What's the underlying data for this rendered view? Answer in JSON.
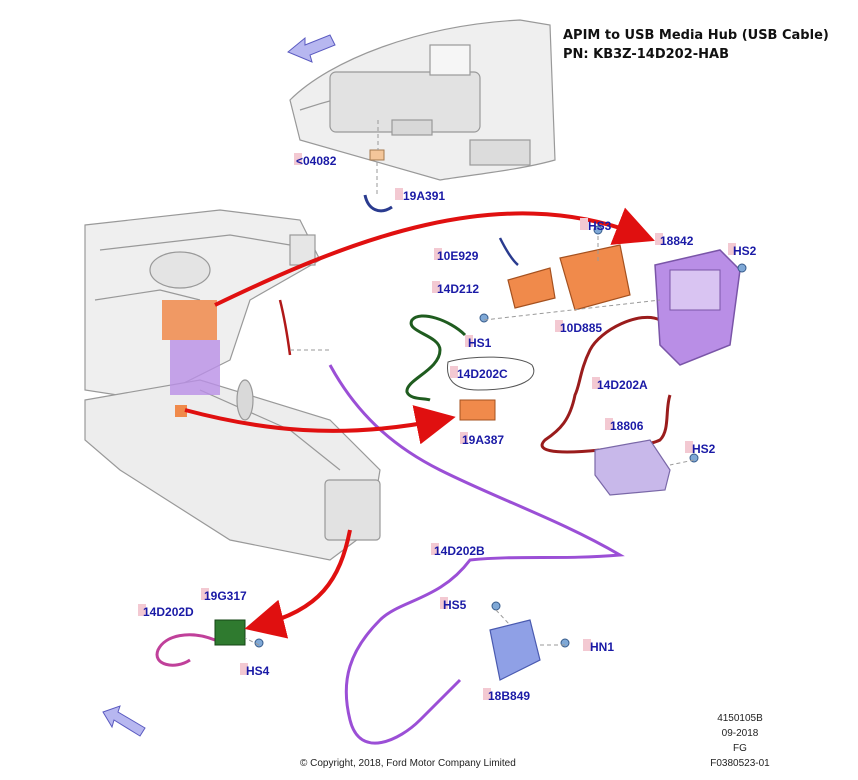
{
  "title": {
    "line1": "APIM to USB Media Hub (USB Cable)",
    "line2": "PN: KB3Z-14D202-HAB"
  },
  "part_labels": [
    {
      "id": "lbl-04082",
      "text": "<04082"
    },
    {
      "id": "lbl-19a391",
      "text": "19A391"
    },
    {
      "id": "lbl-hs3",
      "text": "HS3"
    },
    {
      "id": "lbl-10e929",
      "text": "10E929"
    },
    {
      "id": "lbl-18842",
      "text": "18842"
    },
    {
      "id": "lbl-hs2-top",
      "text": "HS2"
    },
    {
      "id": "lbl-14d212",
      "text": "14D212"
    },
    {
      "id": "lbl-10d885",
      "text": "10D885"
    },
    {
      "id": "lbl-hs1",
      "text": "HS1"
    },
    {
      "id": "lbl-14d202c",
      "text": "14D202C"
    },
    {
      "id": "lbl-14d202a",
      "text": "14D202A"
    },
    {
      "id": "lbl-19a387",
      "text": "19A387"
    },
    {
      "id": "lbl-18806",
      "text": "18806"
    },
    {
      "id": "lbl-hs2-bottom",
      "text": "HS2"
    },
    {
      "id": "lbl-14d202b",
      "text": "14D202B"
    },
    {
      "id": "lbl-19g317",
      "text": "19G317"
    },
    {
      "id": "lbl-14d202d",
      "text": "14D202D"
    },
    {
      "id": "lbl-hs5",
      "text": "HS5"
    },
    {
      "id": "lbl-hn1",
      "text": "HN1"
    },
    {
      "id": "lbl-hs4",
      "text": "HS4"
    },
    {
      "id": "lbl-18b849",
      "text": "18B849"
    }
  ],
  "footer": {
    "doc_number": "4150105B",
    "date": "09-2018",
    "code": "FG",
    "figure_id": "F0380523-01",
    "copyright": "© Copyright, 2018, Ford Motor Company Limited"
  },
  "colors": {
    "label_text": "#1a1aa6",
    "label_bg": "#f3c9d2",
    "arrow_red": "#e01010",
    "cable_purple": "#9b4fd6",
    "cable_darkred": "#9a1c1c",
    "cable_green": "#1f5c1f",
    "part_orange": "#f08a4b",
    "part_purple": "#b98ee6",
    "line_gray": "#9a9a9a"
  }
}
